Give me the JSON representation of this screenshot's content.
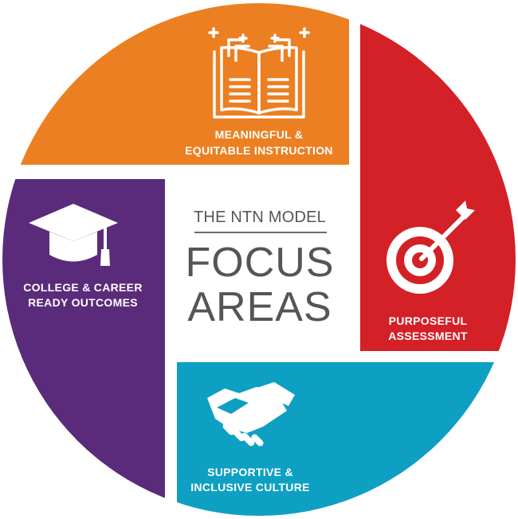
{
  "center": {
    "kicker": "THE NTN MODEL",
    "title_line1": "FOCUS",
    "title_line2": "AREAS"
  },
  "quadrants": {
    "instruction": {
      "line1": "MEANINGFUL &",
      "line2": "EQUITABLE INSTRUCTION",
      "color": "#ec7f22",
      "icon": "open-book-icon"
    },
    "assessment": {
      "line1": "PURPOSEFUL",
      "line2": "ASSESSMENT",
      "color": "#d42027",
      "icon": "target-arrow-icon"
    },
    "culture": {
      "line1": "SUPPORTIVE &",
      "line2": "INCLUSIVE CULTURE",
      "color": "#0ea0c2",
      "icon": "handshake-icon"
    },
    "outcomes": {
      "line1": "COLLEGE & CAREER",
      "line2": "READY OUTCOMES",
      "color": "#5a2b7a",
      "icon": "graduation-cap-icon"
    }
  },
  "colors": {
    "center_text": "#555555",
    "background": "#ffffff"
  }
}
